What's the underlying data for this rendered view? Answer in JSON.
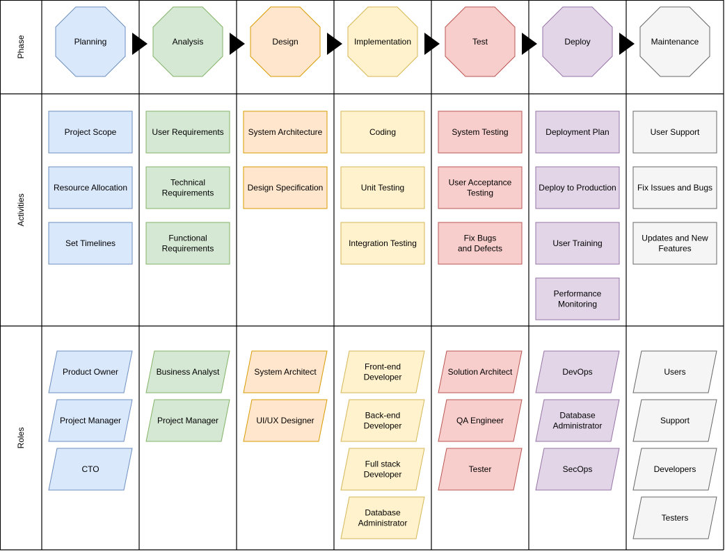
{
  "rows": [
    {
      "label": "Phase"
    },
    {
      "label": "Activities"
    },
    {
      "label": "Roles"
    }
  ],
  "palette": [
    {
      "fill": "#dae8fc",
      "stroke": "#6c8ebf"
    },
    {
      "fill": "#d5e8d4",
      "stroke": "#82b366"
    },
    {
      "fill": "#ffe6cc",
      "stroke": "#d79b00"
    },
    {
      "fill": "#fff2cc",
      "stroke": "#d6b656"
    },
    {
      "fill": "#f8cecc",
      "stroke": "#b85450"
    },
    {
      "fill": "#e1d5e7",
      "stroke": "#9673a6"
    },
    {
      "fill": "#f5f5f5",
      "stroke": "#666666"
    }
  ],
  "phases": [
    {
      "name": "Planning",
      "activities": [
        "Project Scope",
        "Resource Allocation",
        "Set Timelines"
      ],
      "roles": [
        "Product Owner",
        "Project Manager",
        "CTO"
      ]
    },
    {
      "name": "Analysis",
      "activities": [
        "User Requirements",
        "Technical\nRequirements",
        "Functional\nRequirements"
      ],
      "roles": [
        "Business Analyst",
        "Project Manager"
      ]
    },
    {
      "name": "Design",
      "activities": [
        "System Architecture",
        "Design Specification"
      ],
      "roles": [
        "System Architect",
        "UI/UX Designer"
      ]
    },
    {
      "name": "Implementation",
      "activities": [
        "Coding",
        "Unit Testing",
        "Integration Testing"
      ],
      "roles": [
        "Front-end\nDeveloper",
        "Back-end\nDeveloper",
        "Full stack\nDeveloper",
        "Database\nAdministrator"
      ]
    },
    {
      "name": "Test",
      "activities": [
        "System Testing",
        "User Acceptance\nTesting",
        "Fix Bugs\nand Defects"
      ],
      "roles": [
        "Solution Architect",
        "QA Engineer",
        "Tester"
      ]
    },
    {
      "name": "Deploy",
      "activities": [
        "Deployment Plan",
        "Deploy to Production",
        "User Training",
        "Performance\nMonitoring"
      ],
      "roles": [
        "DevOps",
        "Database\nAdministrator",
        "SecOps"
      ]
    },
    {
      "name": "Maintenance",
      "activities": [
        "User Support",
        "Fix Issues and Bugs",
        "Updates and New\nFeatures"
      ],
      "roles": [
        "Users",
        "Support",
        "Developers",
        "Testers"
      ]
    }
  ]
}
